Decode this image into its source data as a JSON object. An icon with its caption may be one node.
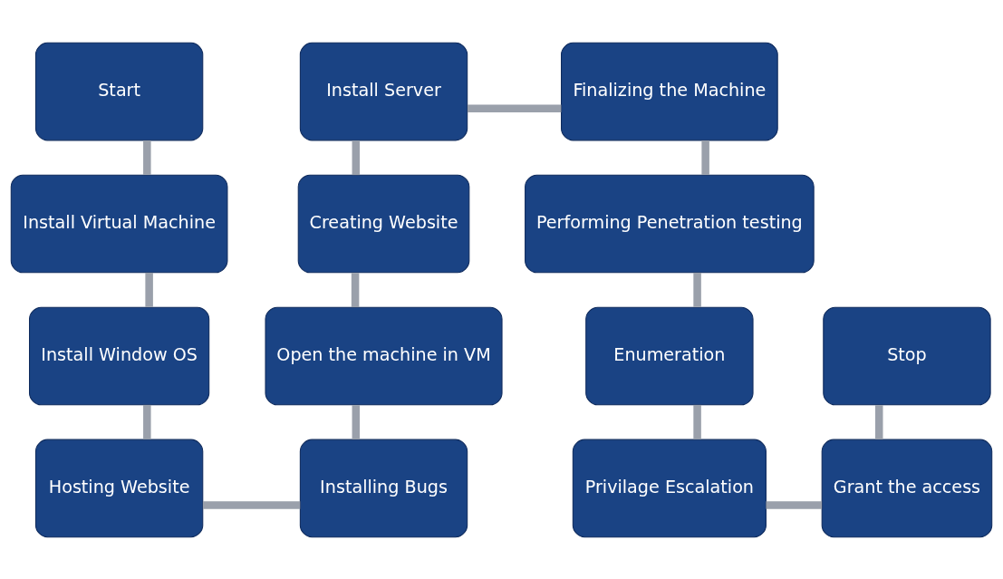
{
  "diagram": {
    "nodes": [
      {
        "text": [
          "Start"
        ]
      },
      {
        "text": [
          "Install Virtual Machine"
        ]
      },
      {
        "text": [
          "Install Window OS"
        ]
      },
      {
        "text": [
          "Hosting Website"
        ]
      },
      {
        "text": [
          "Installing Bugs"
        ]
      },
      {
        "text": [
          "Open the machine in VM"
        ]
      },
      {
        "text": [
          "Creating Website"
        ]
      },
      {
        "text": [
          "Install Server"
        ]
      },
      {
        "text": [
          "Finalizing the Machine"
        ]
      },
      {
        "text": [
          "Performing Penetration testing"
        ]
      },
      {
        "text": [
          "Enumeration"
        ]
      },
      {
        "text": [
          "Privilage Escalation"
        ]
      },
      {
        "text": [
          "Grant the access"
        ]
      },
      {
        "text": [
          "Stop"
        ]
      }
    ],
    "edges": [
      {
        "from": 0,
        "to": 1,
        "arrow": "none"
      },
      {
        "from": 1,
        "to": 2,
        "arrow": "none"
      },
      {
        "from": 2,
        "to": 3,
        "arrow": "none"
      },
      {
        "from": 3,
        "to": 4,
        "arrow": "none"
      },
      {
        "from": 4,
        "to": 5,
        "arrow": "none"
      },
      {
        "from": 5,
        "to": 6,
        "arrow": "none"
      },
      {
        "from": 6,
        "to": 7,
        "arrow": "none"
      },
      {
        "from": 7,
        "to": 8,
        "arrow": "none"
      },
      {
        "from": 8,
        "to": 9,
        "arrow": "none"
      },
      {
        "from": 9,
        "to": 10,
        "arrow": "none"
      },
      {
        "from": 10,
        "to": 11,
        "arrow": "none"
      },
      {
        "from": 11,
        "to": 12,
        "arrow": "none"
      },
      {
        "from": 12,
        "to": 13,
        "arrow": "none"
      }
    ]
  }
}
